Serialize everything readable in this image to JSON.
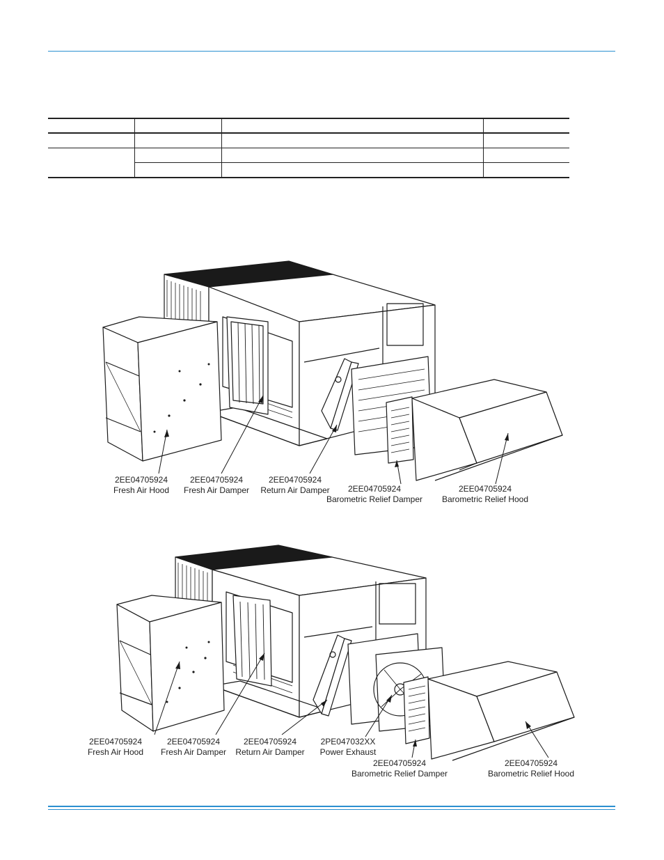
{
  "figure_top": {
    "labels": [
      {
        "part": "2EE04705924",
        "name": "Fresh Air Hood"
      },
      {
        "part": "2EE04705924",
        "name": "Fresh Air Damper"
      },
      {
        "part": "2EE04705924",
        "name": "Return Air Damper"
      },
      {
        "part": "2EE04705924",
        "name": "Barometric Relief Damper"
      },
      {
        "part": "2EE04705924",
        "name": "Barometric Relief Hood"
      }
    ]
  },
  "figure_bottom": {
    "labels": [
      {
        "part": "2EE04705924",
        "name": "Fresh Air Hood"
      },
      {
        "part": "2EE04705924",
        "name": "Fresh Air Damper"
      },
      {
        "part": "2EE04705924",
        "name": "Return Air Damper"
      },
      {
        "part": "2PE047032XX",
        "name": "Power Exhaust"
      },
      {
        "part": "2EE04705924",
        "name": "Barometric Relief Damper"
      },
      {
        "part": "2EE04705924",
        "name": "Barometric Relief Hood"
      }
    ]
  },
  "colors": {
    "accent_rule": "#2a8fd0",
    "line": "#1a1a1a",
    "roof": "#1a1a1a"
  }
}
